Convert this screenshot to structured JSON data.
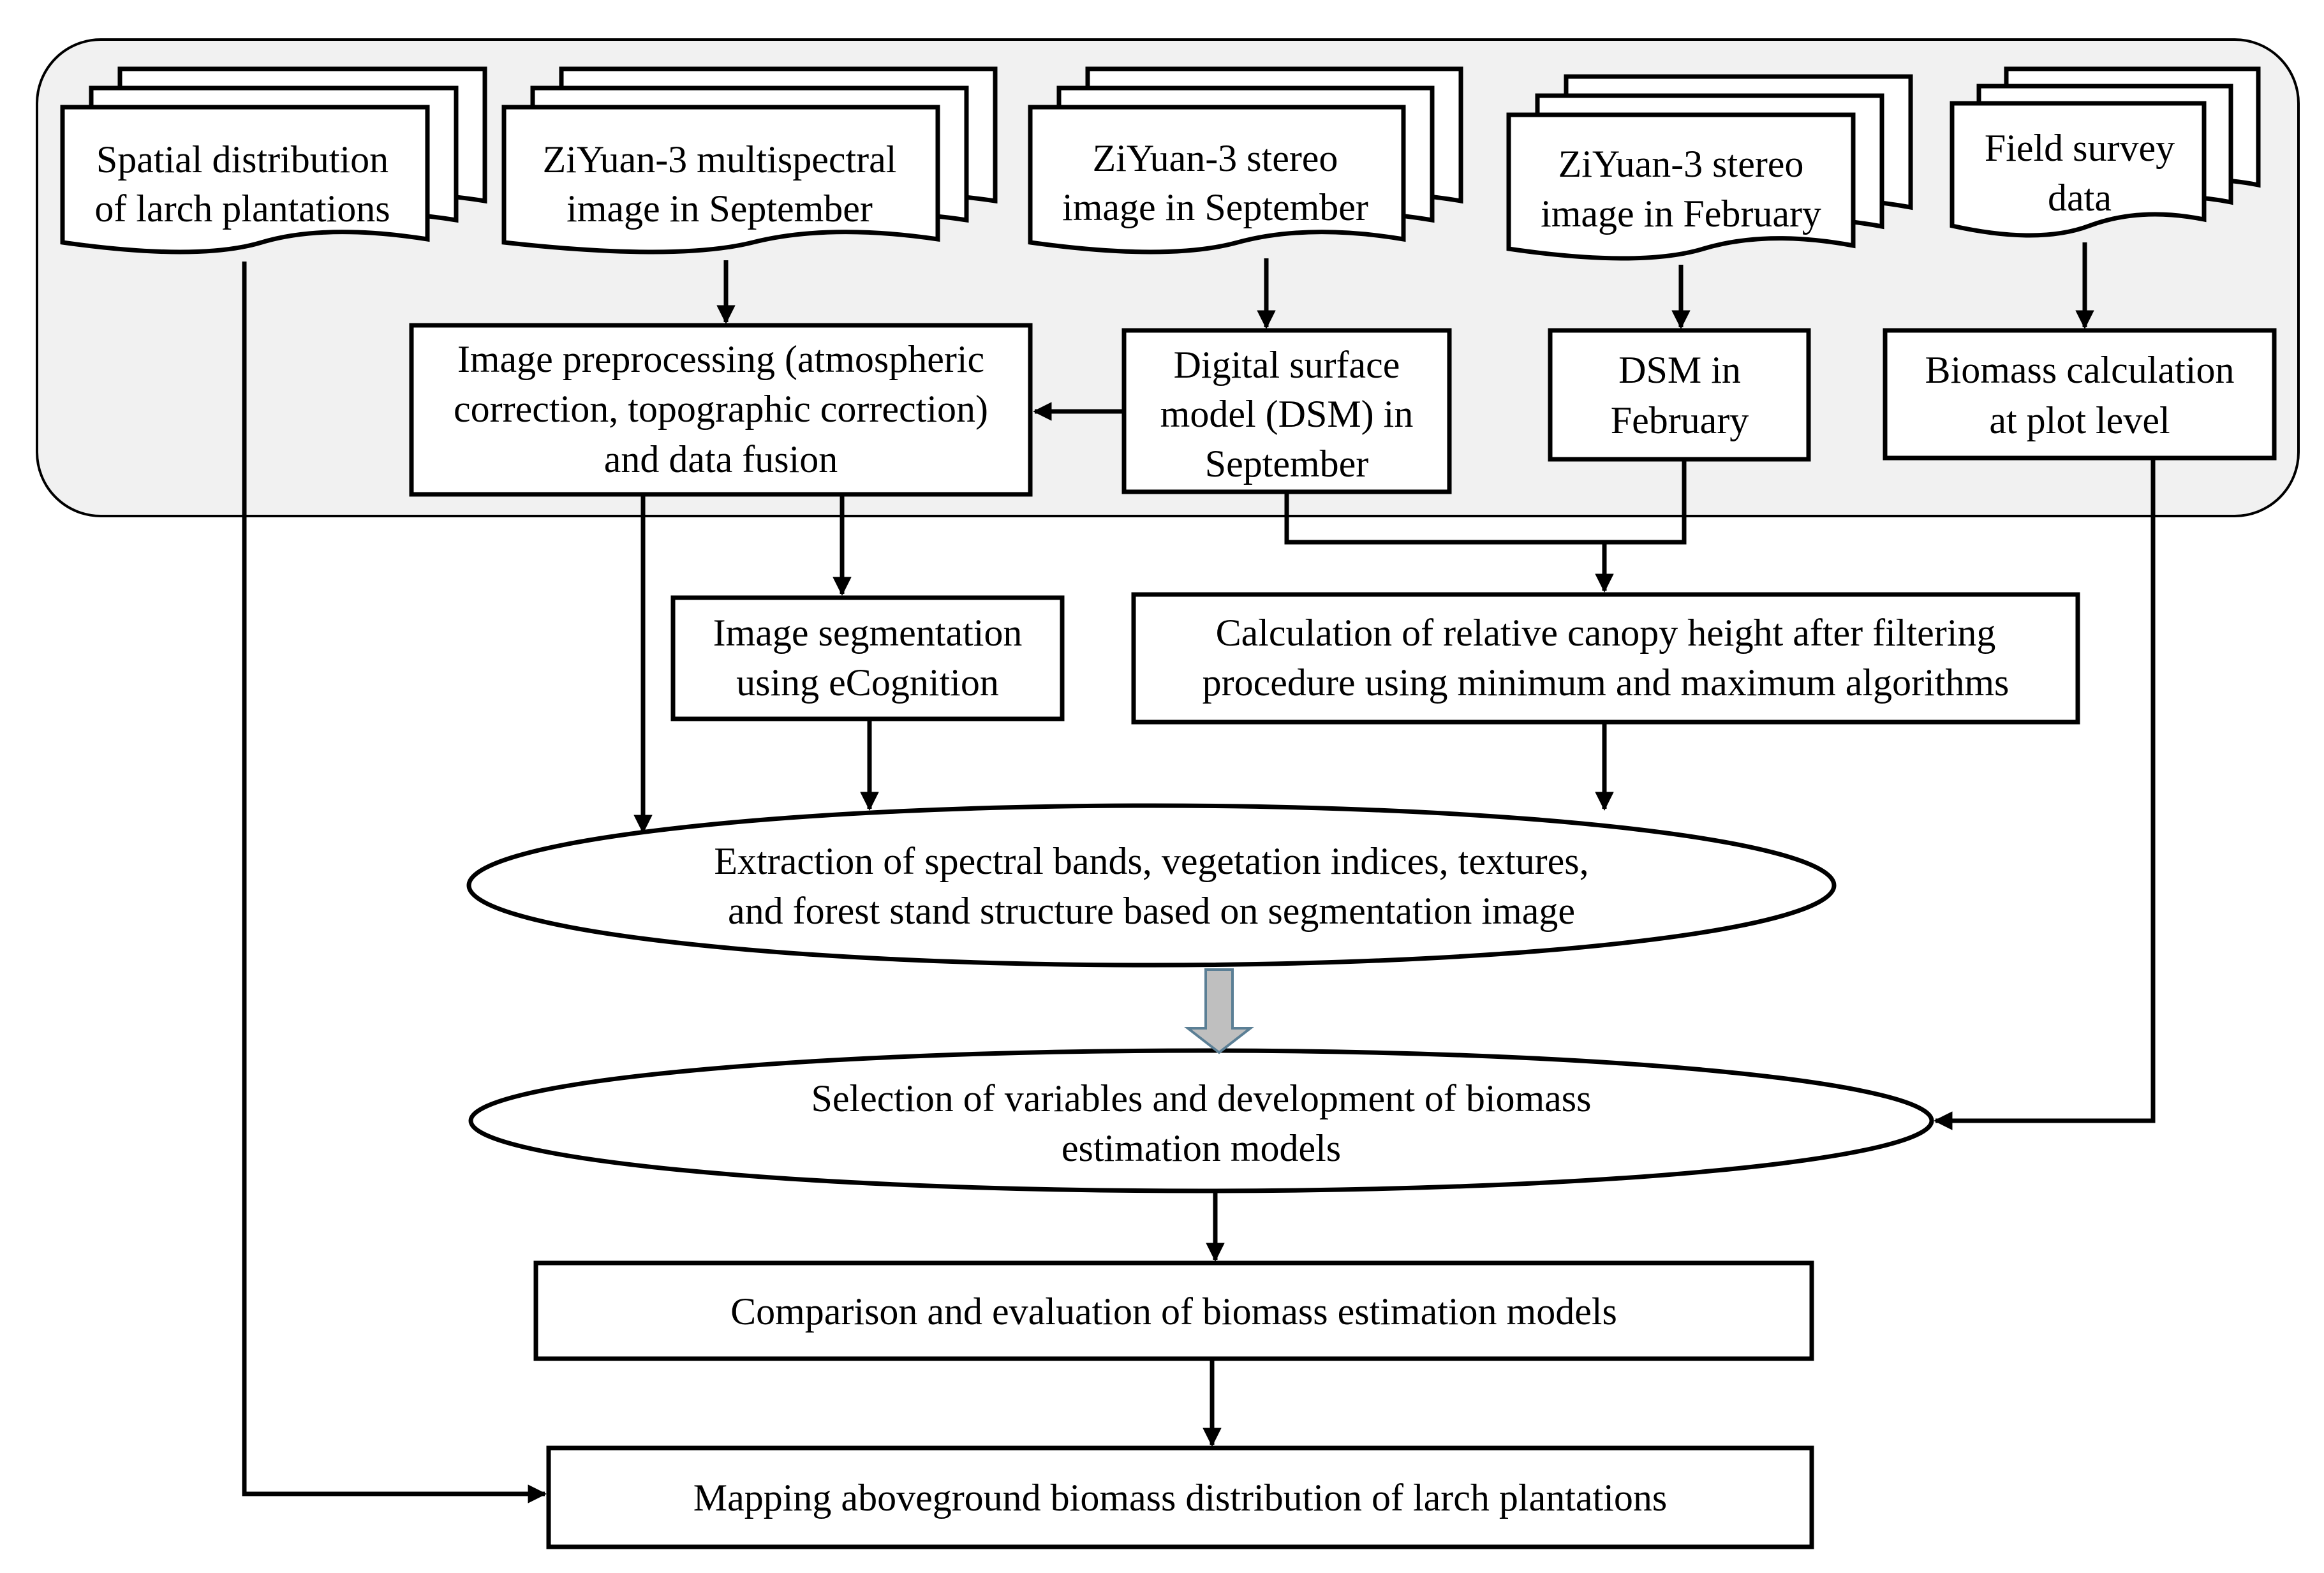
{
  "inputs": {
    "larch": [
      "Spatial distribution",
      "of larch plantations"
    ],
    "ms_sept": [
      "ZiYuan-3 multispectral",
      "image in September"
    ],
    "stereo_sept": [
      "ZiYuan-3 stereo",
      "image in September"
    ],
    "stereo_feb": [
      "ZiYuan-3 stereo",
      "image in February"
    ],
    "field": [
      "Field survey",
      "data"
    ]
  },
  "processes": {
    "preprocess": [
      "Image preprocessing (atmospheric",
      "correction, topographic correction)",
      "and data fusion"
    ],
    "dsm_sept": [
      "Digital surface",
      "model (DSM) in",
      "September"
    ],
    "dsm_feb": [
      "DSM in",
      "February"
    ],
    "biomass_plot": [
      "Biomass calculation",
      "at plot level"
    ],
    "segmentation": [
      "Image segmentation",
      "using eCognition"
    ],
    "canopy": [
      "Calculation of relative canopy height after filtering",
      "procedure using minimum and maximum algorithms"
    ],
    "extraction": [
      "Extraction of spectral bands, vegetation indices, textures,",
      "and forest stand structure based on segmentation image"
    ],
    "selection": [
      "Selection of variables and development of biomass",
      "estimation models"
    ],
    "comparison": "Comparison and evaluation of biomass estimation models",
    "mapping": "Mapping aboveground biomass distribution of larch plantations"
  },
  "colors": {
    "frame_fill": "#f1f1f1",
    "block_arrow_fill": "#bfbfbf",
    "block_arrow_stroke": "#5b7f95"
  }
}
